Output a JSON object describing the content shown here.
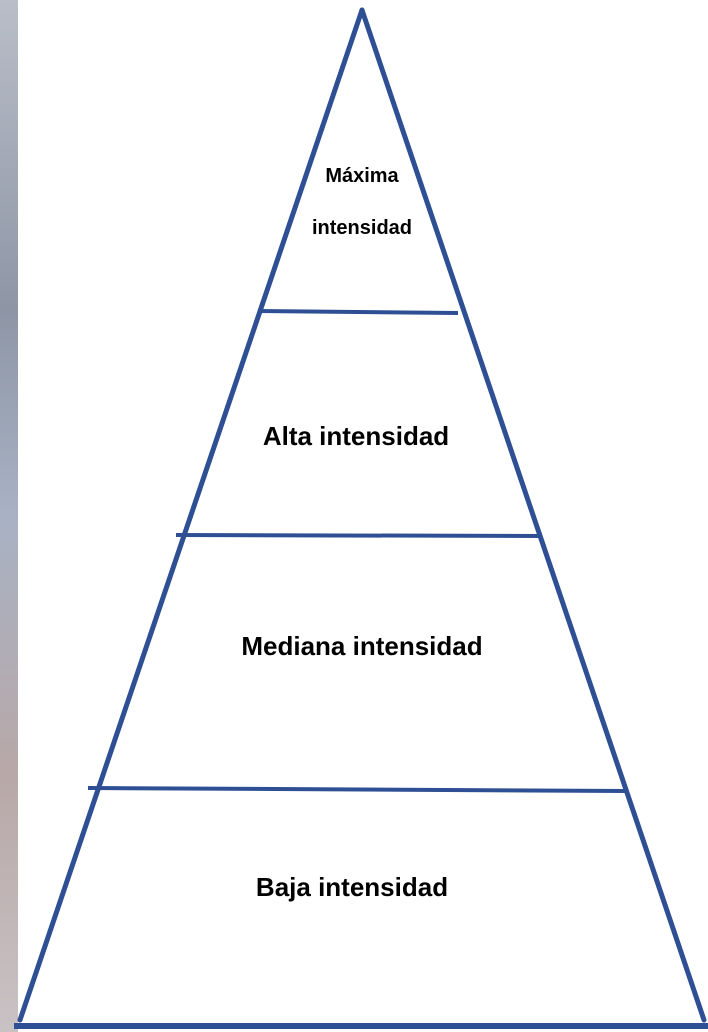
{
  "diagram": {
    "levels": [
      {
        "lines": [
          "Máxima",
          "intensidad"
        ]
      },
      {
        "lines": [
          "Alta intensidad"
        ]
      },
      {
        "lines": [
          "Mediana intensidad"
        ]
      },
      {
        "lines": [
          "Baja intensidad"
        ]
      }
    ]
  },
  "colors": {
    "stroke": "#2e4f94",
    "text": "#000000",
    "background": "#ffffff",
    "backdrop_strip": "#9aa3b3"
  }
}
